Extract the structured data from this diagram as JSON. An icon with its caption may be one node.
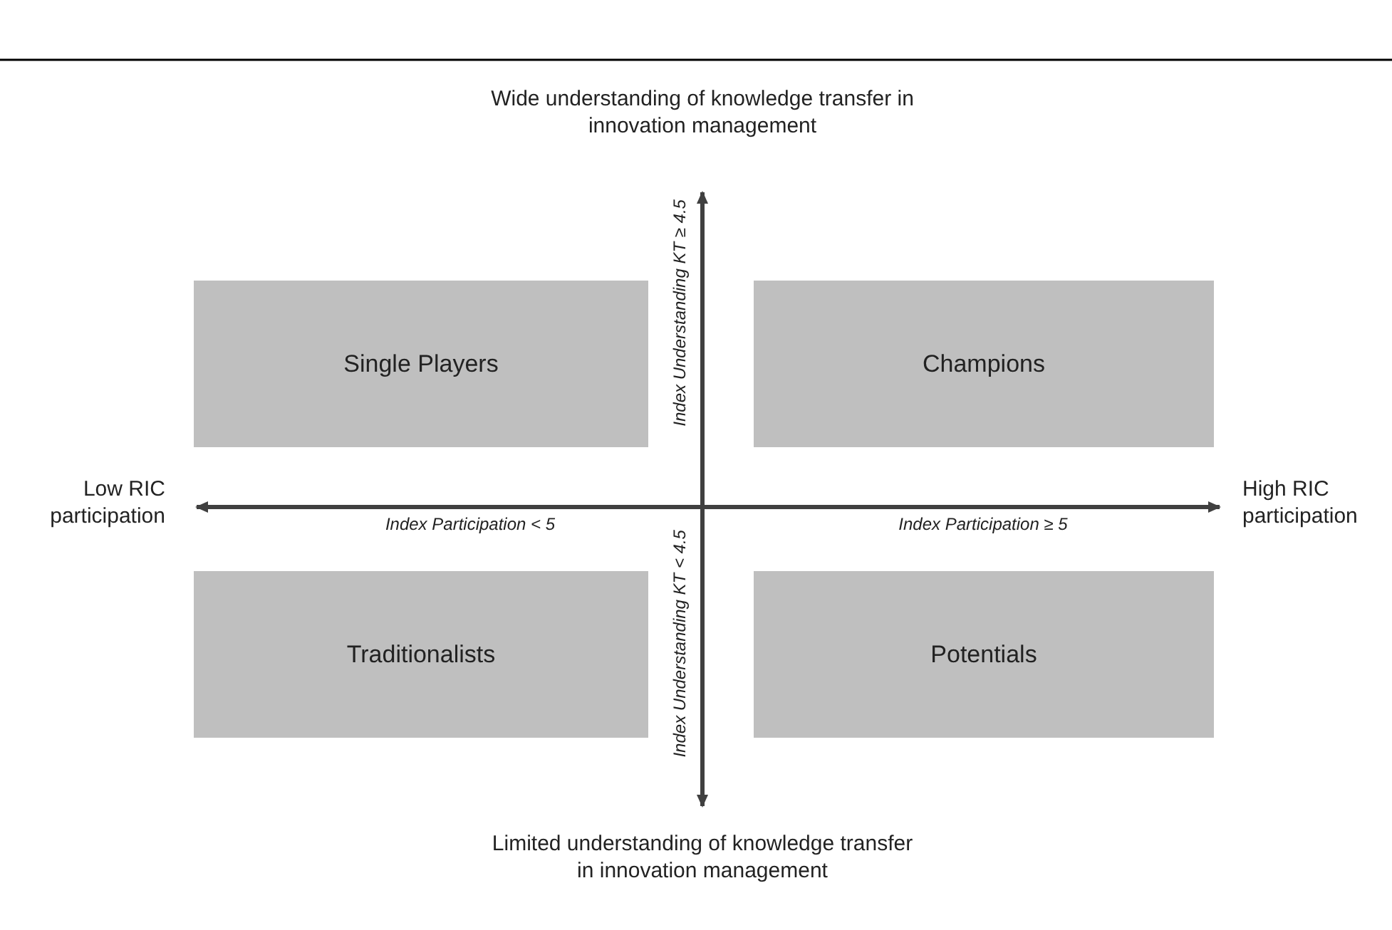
{
  "diagram": {
    "nodes": [
      {
        "text": [
          "Single Players"
        ]
      },
      {
        "text": [
          "Champions"
        ]
      },
      {
        "text": [
          "Traditionalists"
        ]
      },
      {
        "text": [
          "Potentials"
        ]
      }
    ],
    "labels": [
      "Wide understanding of knowledge transfer in innovation management",
      "Index Understanding KT ≥ 4.5",
      "Low RIC participation",
      "High RIC participation",
      "Index Participation < 5",
      "Index Participation ≥ 5",
      "Index Understanding KT < 4.5",
      "Limited understanding of knowledge transfer in innovation management"
    ]
  }
}
